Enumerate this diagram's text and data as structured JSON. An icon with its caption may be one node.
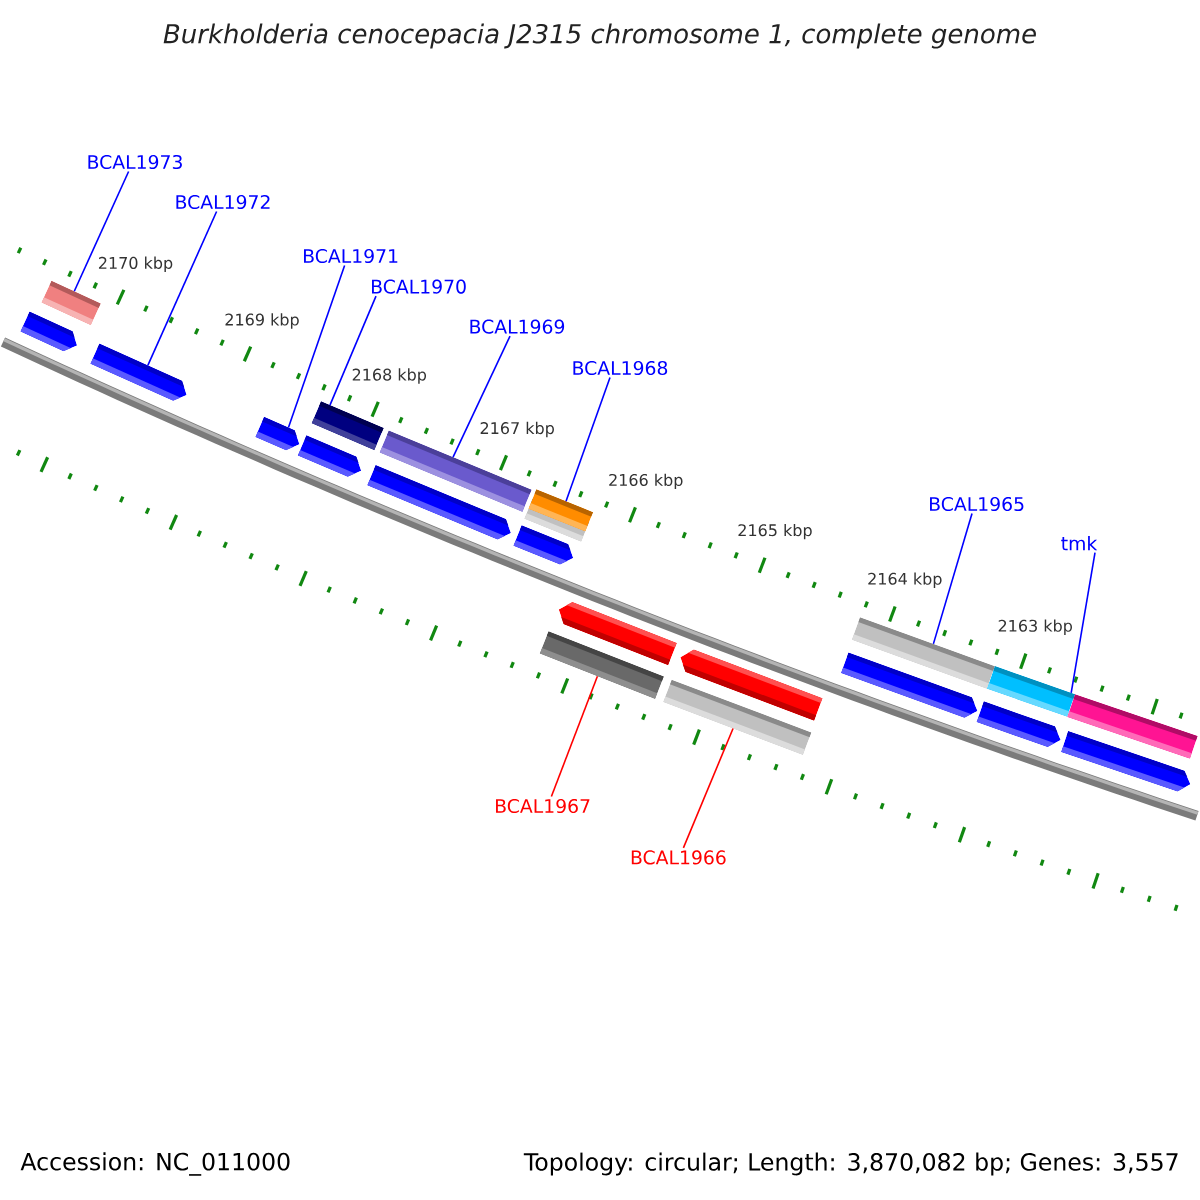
{
  "diagram": {
    "title": "Burkholderia cenocepacia J2315 chromosome 1, complete genome",
    "nodes": [
      {
        "text": [
          "BCAL1973"
        ]
      },
      {
        "text": [
          "BCAL1972"
        ]
      },
      {
        "text": [
          "BCAL1971"
        ]
      },
      {
        "text": [
          "BCAL1970"
        ]
      },
      {
        "text": [
          "BCAL1969"
        ]
      },
      {
        "text": [
          "BCAL1968"
        ]
      },
      {
        "text": [
          "BCAL1965"
        ]
      },
      {
        "text": [
          "tmk"
        ]
      },
      {
        "text": [
          "BCAL1967"
        ]
      },
      {
        "text": [
          "BCAL1966"
        ]
      },
      {
        "text": [],
        "shape": "pentagon"
      },
      {
        "text": [],
        "shape": "bar"
      },
      {
        "text": [],
        "shape": "pentagon"
      },
      {
        "text": [],
        "shape": "pentagon"
      },
      {
        "text": [],
        "shape": "pentagon"
      },
      {
        "text": [],
        "shape": "bar"
      },
      {
        "text": [],
        "shape": "pentagon"
      },
      {
        "text": [],
        "shape": "bar"
      },
      {
        "text": [],
        "shape": "pentagon"
      },
      {
        "text": [],
        "shape": "bar"
      },
      {
        "text": [],
        "shape": "bar"
      },
      {
        "text": [],
        "shape": "bar"
      },
      {
        "text": [],
        "shape": "pentagon"
      },
      {
        "text": [],
        "shape": "bar"
      },
      {
        "text": [],
        "shape": "pentagon"
      },
      {
        "text": [],
        "shape": "pentagon"
      },
      {
        "text": [],
        "shape": "bar"
      },
      {
        "text": [],
        "shape": "pentagon"
      },
      {
        "text": [],
        "shape": "bar"
      },
      {
        "text": [],
        "shape": "pentagon"
      },
      {
        "text": [],
        "shape": "bar"
      }
    ],
    "edges": [
      {
        "from": 0,
        "to": 11,
        "arrow": "none"
      },
      {
        "from": 1,
        "to": 12,
        "arrow": "none"
      },
      {
        "from": 2,
        "to": 13,
        "arrow": "none"
      },
      {
        "from": 3,
        "to": 15,
        "arrow": "none"
      },
      {
        "from": 4,
        "to": 17,
        "arrow": "none"
      },
      {
        "from": 5,
        "to": 20,
        "arrow": "none"
      },
      {
        "from": 6,
        "to": 26,
        "arrow": "none"
      },
      {
        "from": 7,
        "to": 28,
        "arrow": "none"
      },
      {
        "from": 8,
        "to": 21,
        "arrow": "none",
        "color": "#ff0000"
      },
      {
        "from": 9,
        "to": 23,
        "arrow": "none",
        "color": "#ff0000"
      }
    ],
    "labels": [
      "2170 kbp",
      "2169 kbp",
      "2168 kbp",
      "2167 kbp",
      "2166 kbp",
      "2165 kbp",
      "2164 kbp",
      "2163 kbp",
      "Accession: NC_011000",
      "Topology: circular; Length: 3,870,082 bp; Genes: 3,557"
    ]
  }
}
